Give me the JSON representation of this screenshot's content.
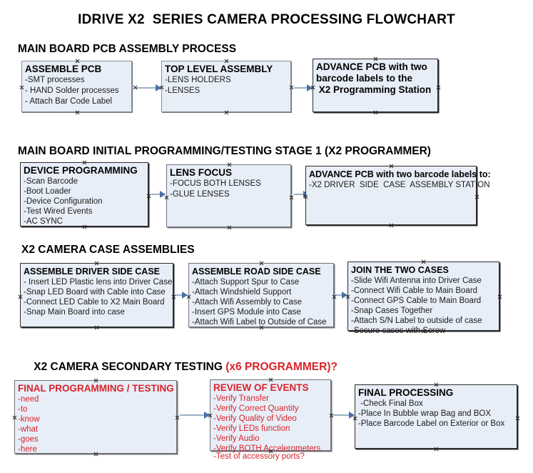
{
  "document": {
    "title": "IDRIVE X2  SERIES CAMERA PROCESSING FLOWCHART",
    "accent_red": "#d8232a",
    "box_fill": "#e8eef7",
    "connector_color": "#9ab0c8"
  },
  "sections": [
    {
      "id": "main-board-pcb-assembly",
      "heading": "MAIN BOARD PCB ASSEMBLY PROCESS",
      "heading_accent": ""
    },
    {
      "id": "main-board-initial-programming",
      "heading": "MAIN BOARD INITIAL PROGRAMMING/TESTING STAGE 1 (X2 PROGRAMMER)",
      "heading_accent": ""
    },
    {
      "id": "x2-camera-case-assemblies",
      "heading": "X2 CAMERA CASE ASSEMBLIES",
      "heading_accent": ""
    },
    {
      "id": "x2-camera-secondary-testing",
      "heading": "X2 CAMERA SECONDARY TESTING ",
      "heading_accent": "(x6 PROGRAMMER)?"
    }
  ],
  "nodes": {
    "assemble_pcb": {
      "title": "ASSEMBLE PCB",
      "lines": [
        "-SMT processes",
        "- HAND Solder processes",
        "- Attach Bar Code Label"
      ]
    },
    "top_level_assembly": {
      "title": "TOP LEVEL ASSEMBLY",
      "lines": [
        "-LENS HOLDERS",
        "-LENSES"
      ]
    },
    "advance_pcb_station": {
      "title": "ADVANCE PCB with two",
      "lines": [
        "barcode labels to the",
        " X2 Programming Station"
      ]
    },
    "device_programming": {
      "title": "DEVICE PROGRAMMING",
      "lines": [
        "-Scan Barcode",
        "-Boot Loader",
        "-Device Configuration",
        "-Test Wired Events",
        "-AC SYNC"
      ]
    },
    "lens_focus": {
      "title": "LENS FOCUS",
      "lines": [
        "-FOCUS BOTH LENSES",
        "-GLUE LENSES"
      ]
    },
    "advance_pcb_driver_side": {
      "title": "ADVANCE PCB with two barcode labels to:",
      "lines": [
        "-X2 DRIVER  SIDE  CASE  ASSEMBLY STATION"
      ]
    },
    "assemble_driver_side_case": {
      "title": "ASSEMBLE DRIVER SIDE CASE",
      "lines": [
        "- Insert LED Plastic lens into Driver Case",
        "-Snap LED Board with Cable into Case",
        "-Connect LED Cable to X2 Main Board",
        "-Snap Main Board into case"
      ]
    },
    "assemble_road_side_case": {
      "title": "ASSEMBLE ROAD SIDE CASE",
      "lines": [
        "-Attach Support Spur to Case",
        "-Attach Windshield Support",
        "-Attach Wifi Assembly to Case",
        "-Insert GPS Module into Case",
        "-Attach Wifi Label to Outside of Case"
      ]
    },
    "join_the_two_cases": {
      "title": "JOIN THE TWO CASES",
      "lines": [
        "-Slide Wifi Antenna into Driver Case",
        "-Connect Wifi Cable to Main Board",
        "-Connect GPS Cable to Main Board",
        "-Snap Cases Together",
        "-Attach S/N Label to outside of case",
        "-Secure cases with Screw"
      ]
    },
    "final_programming_testing": {
      "title": "FINAL PROGRAMMING / TESTING",
      "lines": [
        "-need",
        "-to",
        "-know",
        "-what",
        "-goes",
        "-here"
      ]
    },
    "review_of_events": {
      "title": "REVIEW OF EVENTS",
      "lines": [
        "-Verify Transfer",
        "-Verify Correct Quantity",
        "-Verify Quality of Video",
        "-Verify LEDs function",
        "-Verify Audio",
        "-Verify BOTH Accelerometers"
      ],
      "overflow_line": "-Test of accessory ports?"
    },
    "final_processing": {
      "title": "FINAL PROCESSING",
      "lines": [
        " -Check Final Box",
        "-Place In Bubble wrap Bag and BOX",
        "-Place Barcode Label on Exterior or Box"
      ]
    }
  }
}
